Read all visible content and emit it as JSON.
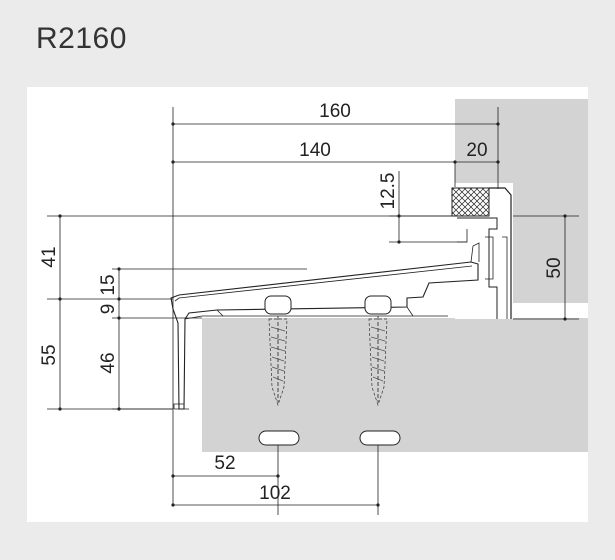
{
  "title": "R2160",
  "colors": {
    "background": "#ebebeb",
    "panel": "#ffffff",
    "concrete": "#d3d3d3",
    "line": "#222222"
  },
  "dimensions": {
    "d160": "160",
    "d140": "140",
    "d20": "20",
    "d12_5": "12.5",
    "d50": "50",
    "d41": "41",
    "d55": "55",
    "d15": "15",
    "d9": "9",
    "d46": "46",
    "d52": "52",
    "d102": "102"
  }
}
